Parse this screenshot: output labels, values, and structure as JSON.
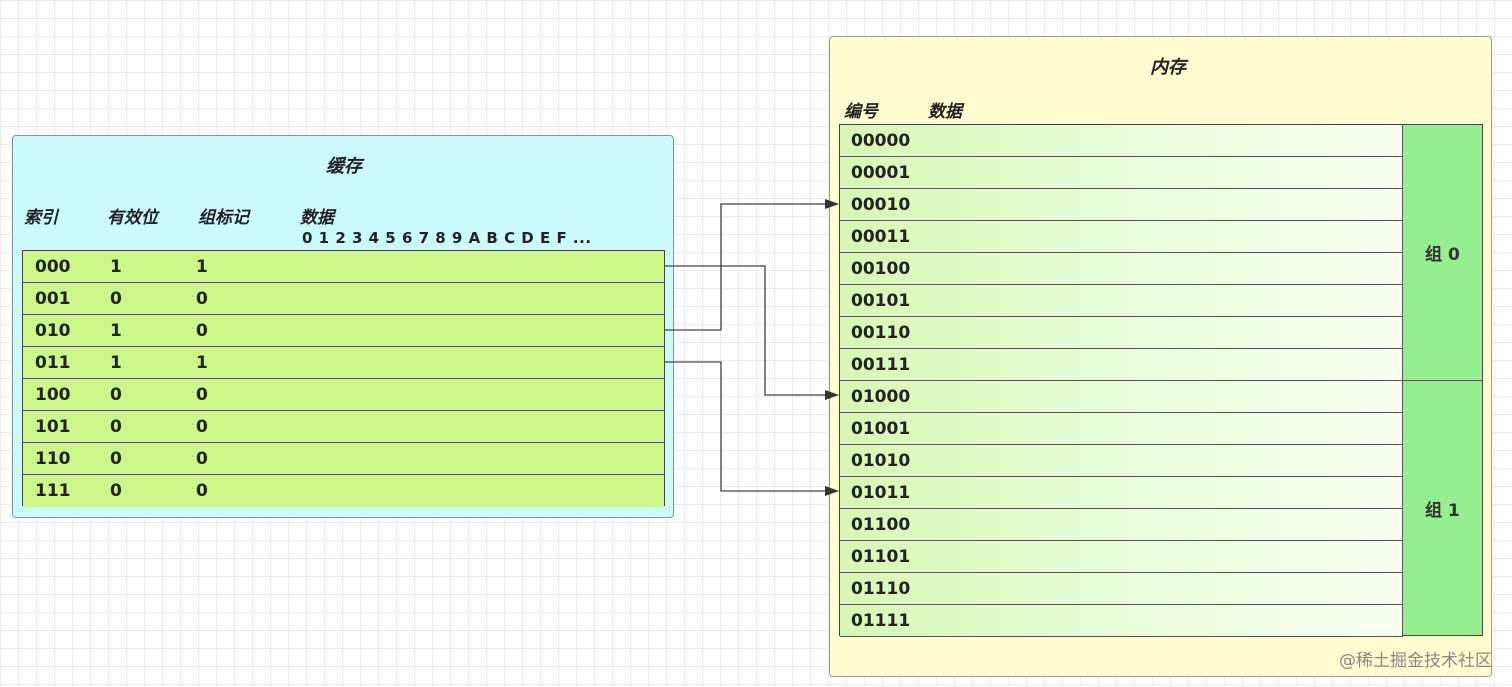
{
  "cache": {
    "title": "缓存",
    "headers": {
      "index": "索引",
      "valid": "有效位",
      "group_tag": "组标记",
      "data": "数据"
    },
    "data_columns": "0 1 2 3 4 5 6 7 8 9 A B C D E F ...",
    "rows": [
      {
        "index": "000",
        "valid": "1",
        "tag": "1"
      },
      {
        "index": "001",
        "valid": "0",
        "tag": "0"
      },
      {
        "index": "010",
        "valid": "1",
        "tag": "0"
      },
      {
        "index": "011",
        "valid": "1",
        "tag": "1"
      },
      {
        "index": "100",
        "valid": "0",
        "tag": "0"
      },
      {
        "index": "101",
        "valid": "0",
        "tag": "0"
      },
      {
        "index": "110",
        "valid": "0",
        "tag": "0"
      },
      {
        "index": "111",
        "valid": "0",
        "tag": "0"
      }
    ]
  },
  "memory": {
    "title": "内存",
    "headers": {
      "number": "编号",
      "data": "数据"
    },
    "rows": [
      "00000",
      "00001",
      "00010",
      "00011",
      "00100",
      "00101",
      "00110",
      "00111",
      "01000",
      "01001",
      "01010",
      "01011",
      "01100",
      "01101",
      "01110",
      "01111"
    ],
    "groups": [
      "组 0",
      "组 1"
    ]
  },
  "mappings": [
    {
      "from": "000",
      "to": "01000"
    },
    {
      "from": "010",
      "to": "00010"
    },
    {
      "from": "011",
      "to": "01011"
    }
  ],
  "credit": "@稀土掘金技术社区",
  "colors": {
    "cache_bg": "#ccfbff",
    "cache_row": "#ccf789",
    "memory_bg": "#fffdd0",
    "memory_row": "#d6f9b6",
    "group_bg": "#95ee8f"
  }
}
